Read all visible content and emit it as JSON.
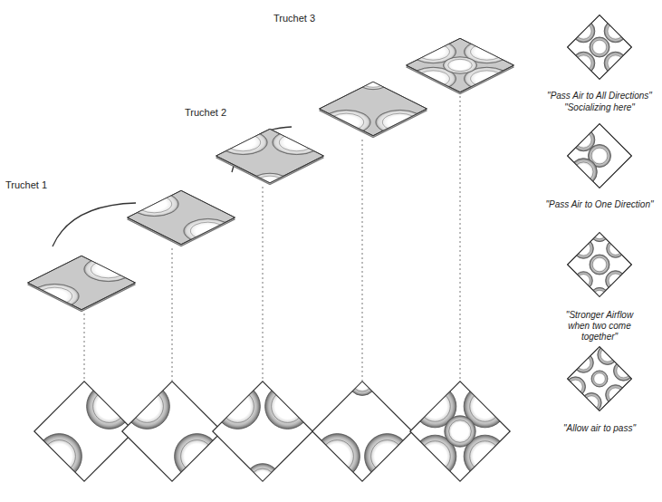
{
  "diagram": {
    "labels": [
      "Truchet 1",
      "Truchet 2",
      "Truchet 3",
      "\"Pass Air to All Directions\"",
      "\"Socializing here\"",
      "\"Pass Air to One Direction\"",
      "\"Stronger Airflow when two come together\"",
      "\"Allow air to pass\""
    ]
  }
}
